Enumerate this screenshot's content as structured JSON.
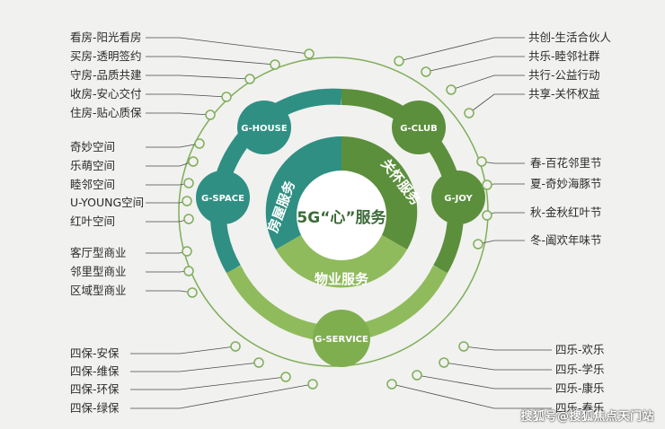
{
  "center_label": "5G“心”服务",
  "sectors": {
    "house_service": "房屋服务",
    "care_service": "关怀服务",
    "property_service": "物业服务"
  },
  "nodes": {
    "house": "G-HOUSE",
    "club": "G-CLUB",
    "space": "G-SPACE",
    "joy": "G-JOY",
    "service": "G-SERVICE"
  },
  "left_groups": {
    "house_items": [
      "看房-阳光看房",
      "买房-透明签约",
      "守房-品质共建",
      "收房-安心交付",
      "住房-贴心质保"
    ],
    "space_items": [
      "奇妙空间",
      "乐萌空间",
      "睦邻空间",
      "U-YOUNG空间",
      "红叶空间"
    ],
    "commerce_items": [
      "客厅型商业",
      "邻里型商业",
      "区域型商业"
    ],
    "safety_items": [
      "四保-安保",
      "四保-维保",
      "四保-环保",
      "四保-绿保"
    ]
  },
  "right_groups": {
    "club_items": [
      "共创-生活合伙人",
      "共乐-睦邻社群",
      "共行-公益行动",
      "共享-关怀权益"
    ],
    "festival_items": [
      "春-百花邻里节",
      "夏-奇妙海豚节",
      "秋-金秋红叶节",
      "冬-阖欢年味节"
    ],
    "joy_items": [
      "四乐-欢乐",
      "四乐-学乐",
      "四乐-康乐",
      "四乐-春乐"
    ]
  },
  "watermark": "搜狐号@搜狐焦点天门站",
  "colors": {
    "teal": "#2f8f83",
    "green_dark": "#5c8f3c",
    "green_light": "#9cc46a",
    "ring": "#7fae5a",
    "line": "#4a4a4a"
  }
}
